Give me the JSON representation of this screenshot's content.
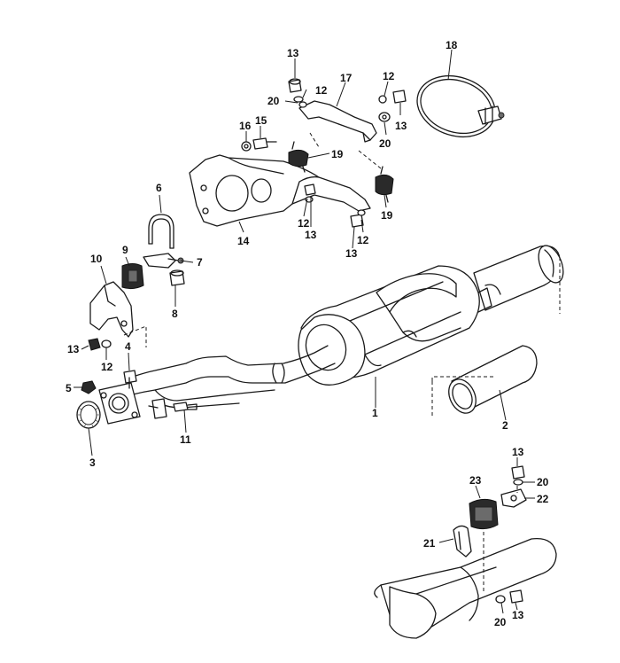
{
  "labels": {
    "p1": "1",
    "p2": "2",
    "p3": "3",
    "p4": "4",
    "p5": "5",
    "p6": "6",
    "p7": "7",
    "p8": "8",
    "p9": "9",
    "p10": "10",
    "p11": "11",
    "p12a": "12",
    "p12b": "12",
    "p12c": "12",
    "p12d": "12",
    "p12e": "12",
    "p13a": "13",
    "p13b": "13",
    "p13c": "13",
    "p13d": "13",
    "p13e": "13",
    "p13f": "13",
    "p13g": "13",
    "p14": "14",
    "p15": "15",
    "p16": "16",
    "p17": "17",
    "p18": "18",
    "p19a": "19",
    "p19b": "19",
    "p20a": "20",
    "p20b": "20",
    "p20c": "20",
    "p20d": "20",
    "p21": "21",
    "p22": "22",
    "p23": "23"
  }
}
